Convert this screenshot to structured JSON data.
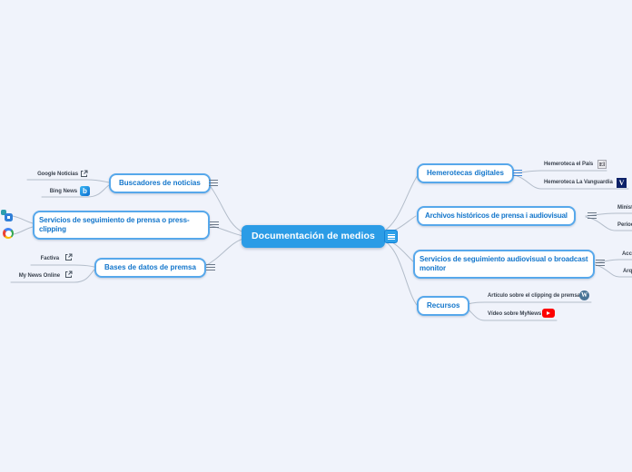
{
  "canvas": {
    "background_color": "#f0f3fb",
    "connector_color": "#b3bdca",
    "accent_color": "#2b9ce6",
    "topic_text_color": "#1376cb"
  },
  "central": {
    "label": "Documentación de medios"
  },
  "left_topics": [
    {
      "label": "Buscadores de noticias",
      "children": [
        {
          "label": "Google Noticias",
          "icon": "external-link-icon"
        },
        {
          "label": "Bing News",
          "icon": "bing-logo-icon"
        }
      ]
    },
    {
      "label": "Servicios de seguimiento de prensa o press-clipping",
      "children": [
        {
          "label": "",
          "icon": "teal-blue-favicon"
        },
        {
          "label": "",
          "icon": "google-g-favicon"
        }
      ]
    },
    {
      "label": "Bases de datos de premsa",
      "children": [
        {
          "label": "Factiva",
          "icon": "external-link-icon"
        },
        {
          "label": "My News Online",
          "icon": "external-link-icon"
        }
      ]
    }
  ],
  "right_topics": [
    {
      "label": "Hemerotecas digitales",
      "children": [
        {
          "label": "Hemeroteca el País",
          "icon": "elpais-favicon"
        },
        {
          "label": "Hemeroteca La Vanguardia",
          "icon": "lavanguardia-favicon"
        }
      ]
    },
    {
      "label": "Archivos históricos de prensa i audiovisual",
      "children": [
        {
          "label": "Minist",
          "icon": ""
        },
        {
          "label": "Perioc",
          "icon": ""
        }
      ]
    },
    {
      "label": "Servicios de seguimiento audiovisual o broadcast monitor",
      "children": [
        {
          "label": "Acc",
          "icon": ""
        },
        {
          "label": "Arq",
          "icon": ""
        }
      ]
    },
    {
      "label": "Recursos",
      "children": [
        {
          "label": "Artículo sobre el clipping de premsa",
          "icon": "wordpress-icon"
        },
        {
          "label": "Vídeo sobre MyNews",
          "icon": "youtube-icon"
        }
      ]
    }
  ]
}
